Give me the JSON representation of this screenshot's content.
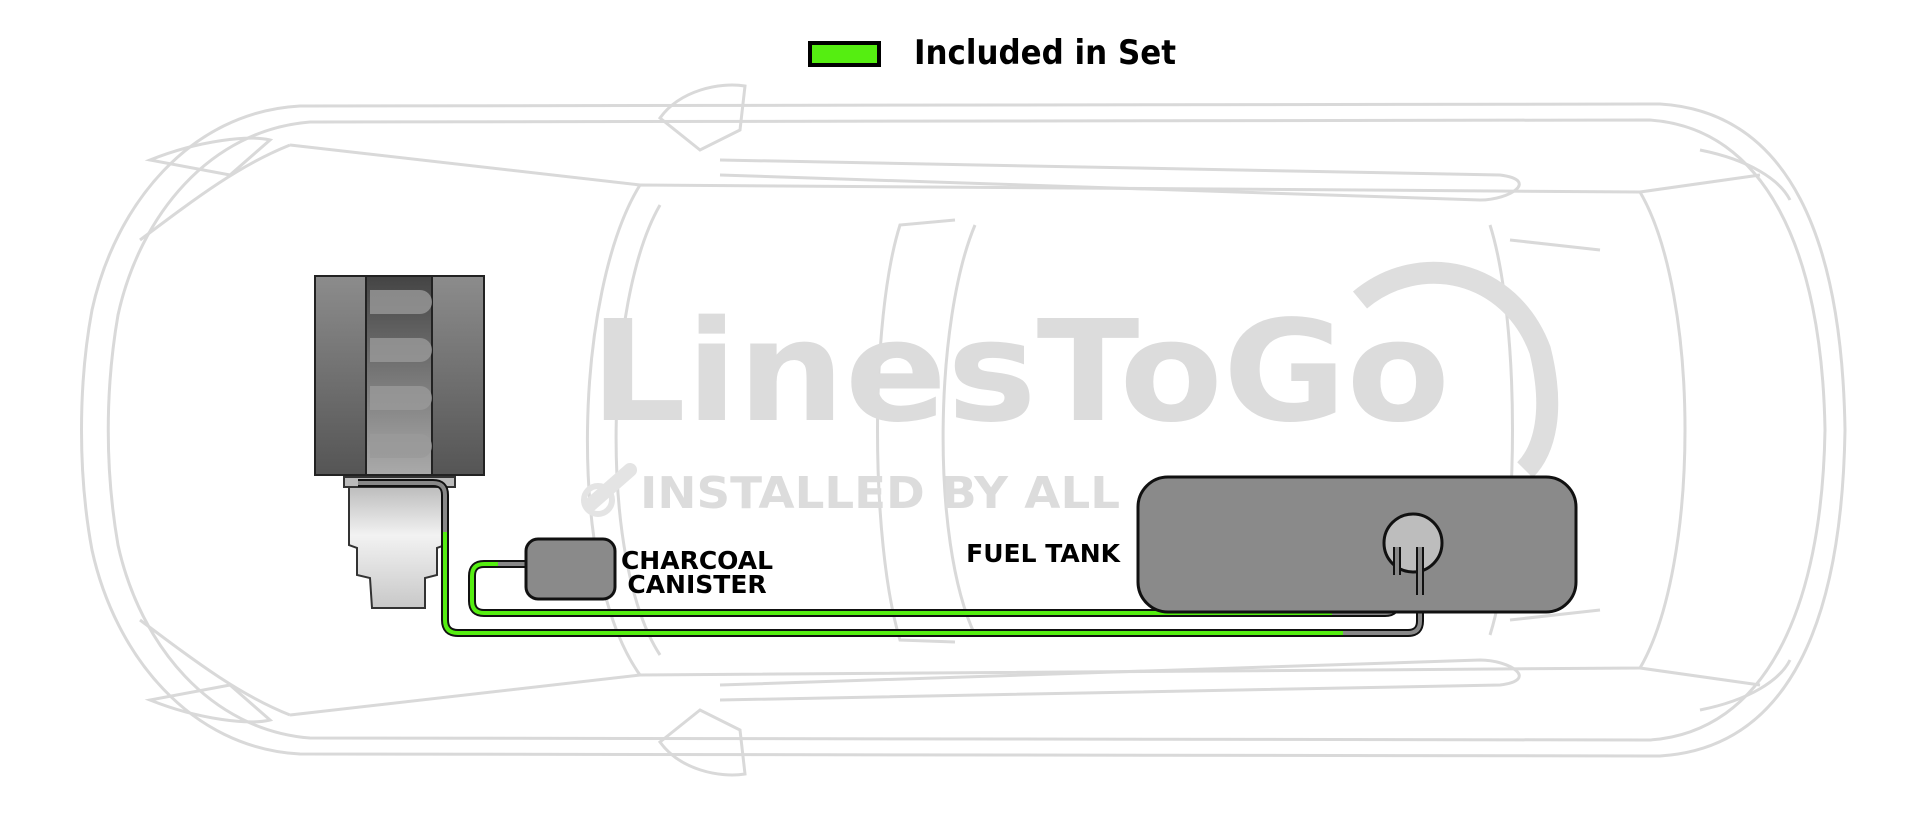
{
  "legend": {
    "label": "Included in Set",
    "swatch_color": "#55ee11"
  },
  "watermark": {
    "brand": "LinesToGo",
    "tagline": "INSTALLED BY ALL"
  },
  "components": {
    "charcoal_canister": [
      "CHARCOAL",
      "CANISTER"
    ],
    "fuel_tank": "FUEL TANK"
  },
  "colors": {
    "included_line": "#55ee11",
    "not_included_line": "#888888",
    "component_fill": "#8a8a8a",
    "car_outline": "#d9d9d9"
  }
}
